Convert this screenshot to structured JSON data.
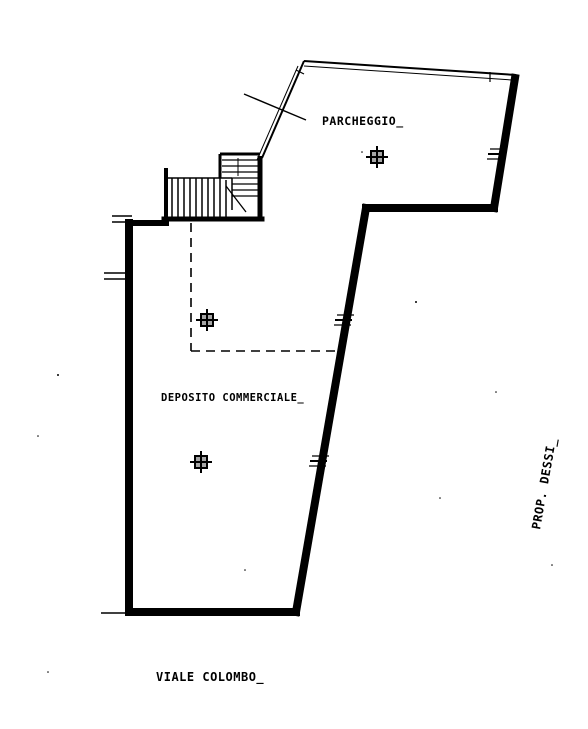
{
  "labels": {
    "parking": "PARCHEGGIO_",
    "storage": "DEPOSITO COMMERCIALE_",
    "street": "VIALE COLOMBO_",
    "owner": "PROP. DESSI_"
  },
  "colors": {
    "ink": "#000000",
    "paper": "#ffffff"
  }
}
